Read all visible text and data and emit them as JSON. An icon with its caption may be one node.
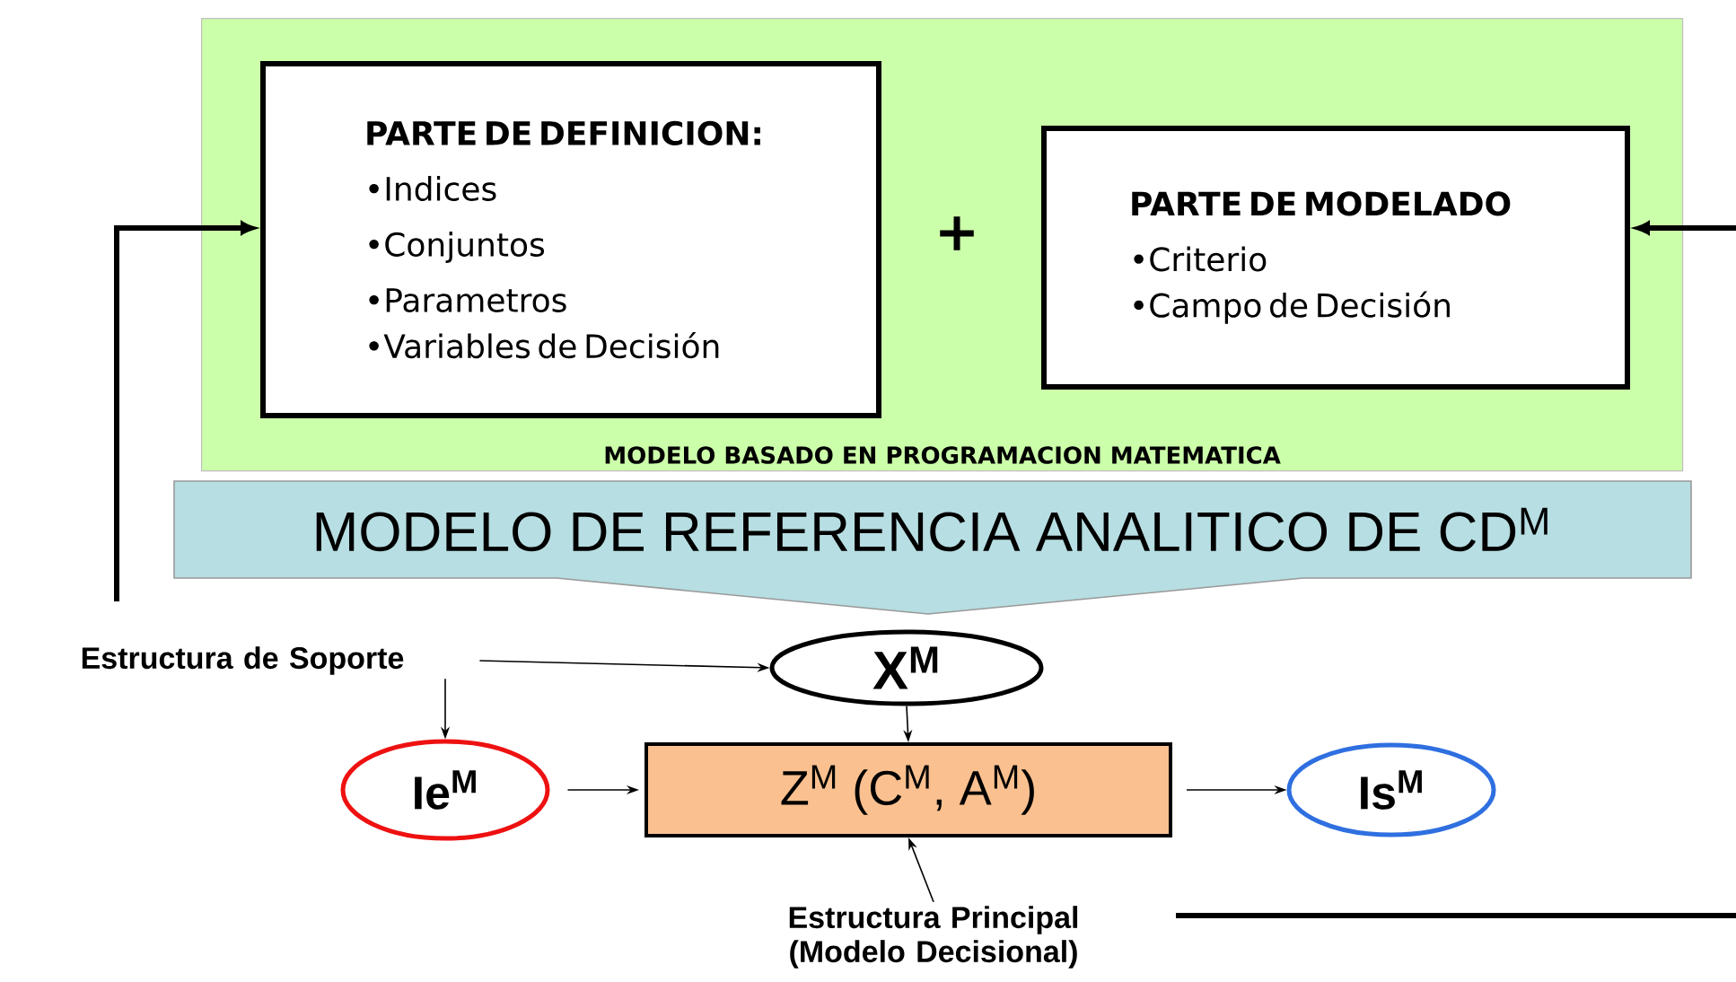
{
  "diagram": {
    "nodes": [
      {
        "text": [
          "MODELO BASADO EN PROGRAMACION MATEMATICA"
        ]
      },
      {
        "text": [
          "PARTE DE DEFINICION:",
          "•Indices",
          "•Conjuntos",
          "•Parametros",
          "•Variables de Decisión"
        ],
        "in": 0
      },
      {
        "text": [
          "PARTE DE MODELADO",
          "•Criterio",
          "•Campo de Decisión"
        ],
        "in": 0
      },
      {
        "text": [
          "MODELO DE REFERENCIA ANALITICO DE CD$^{M}$"
        ]
      },
      {
        "text": [
          "Estructura de Soporte"
        ]
      },
      {
        "text": [
          "X$^{M}$"
        ]
      },
      {
        "text": [
          "Ie$^{M}$"
        ]
      },
      {
        "text": [
          "Z$^{M}$  (C$^{M}$, A$^{M}$)"
        ]
      },
      {
        "text": [
          "Is$^{M}$"
        ]
      },
      {
        "text": [
          "Estructura Principal (Modelo Decisional)"
        ]
      }
    ],
    "edges": [
      {
        "from": null,
        "to": 1,
        "arrow": "to",
        "style": "thick"
      },
      {
        "from": null,
        "to": 2,
        "arrow": "to",
        "style": "thick"
      },
      {
        "from": 4,
        "to": 5,
        "arrow": "to"
      },
      {
        "from": 4,
        "to": 6,
        "arrow": "to"
      },
      {
        "from": 5,
        "to": 7,
        "arrow": "to"
      },
      {
        "from": 6,
        "to": 7,
        "arrow": "to"
      },
      {
        "from": 7,
        "to": 8,
        "arrow": "to"
      },
      {
        "from": 9,
        "to": 7,
        "arrow": "to"
      }
    ],
    "labels": [
      "+"
    ]
  }
}
